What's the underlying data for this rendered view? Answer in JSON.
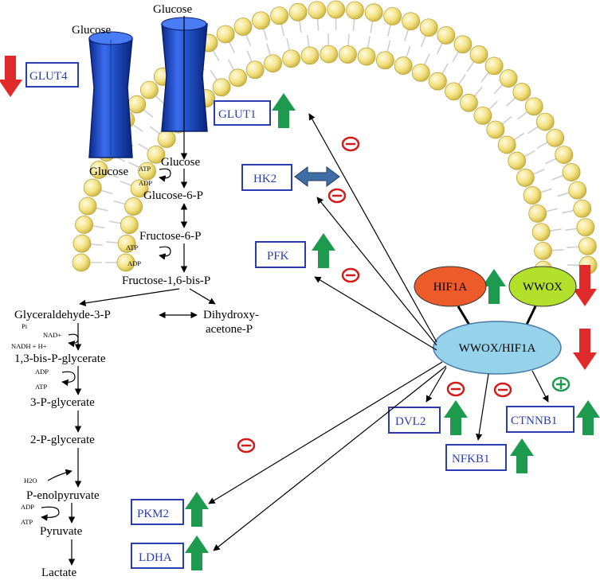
{
  "transporters": {
    "glucose_outer_left": "Glucose",
    "glucose_outer_right": "Glucose",
    "glucose_inner_left": "Glucose"
  },
  "pathway": {
    "glucose": "Glucose",
    "g6p": "Glucose-6-P",
    "f6p": "Fructose-6-P",
    "f16bp": "Fructose-1,6-bis-P",
    "g3p": "Glyceraldehyde-3-P",
    "dhap_line1": "Dihydroxy-",
    "dhap_line2": "acetone-P",
    "bpg": "1,3-bis-P-glycerate",
    "pg3": "3-P-glycerate",
    "pg2": "2-P-glycerate",
    "pep": "P-enolpyruvate",
    "pyruvate": "Pyruvate",
    "lactate": "Lactate"
  },
  "cofactors": {
    "atp1": "ATP",
    "adp1": "ADP",
    "atp2": "ATP",
    "adp2": "ADP",
    "pi": "Pi",
    "nad": "NAD+",
    "nadh": "NADH + H+",
    "adp3": "ADP",
    "atp3": "ATP",
    "h2o": "H2O",
    "adp4": "ADP",
    "atp4": "ATP"
  },
  "genes": {
    "glut4": "GLUT4",
    "glut1": "GLUT1",
    "hk2": "HK2",
    "pfk": "PFK",
    "pkm2": "PKM2",
    "ldha": "LDHA",
    "dvl2": "DVL2",
    "nfkb1": "NFKB1",
    "ctnnb1": "CTNNB1"
  },
  "nodes": {
    "hif1a": "HIF1A",
    "wwox": "WWOX",
    "complex": "WWOX/HIF1A"
  },
  "signs": {
    "minus": "−",
    "plus": "+"
  },
  "colors": {
    "up_arrow": "#1e9a4e",
    "down_arrow": "#e02a2a",
    "bidirectional_arrow": "#3f6da6",
    "gene_box": "#2a3db0",
    "hif1a_fill": "#ee5b2a",
    "wwox_fill": "#b3e02a",
    "complex_fill": "#96d2ea",
    "transporter": "#1f4fc0",
    "lipid_head": "#f2e07e",
    "inhibit_sign": "#d41b1b",
    "activate_sign": "#1e9a4e"
  }
}
